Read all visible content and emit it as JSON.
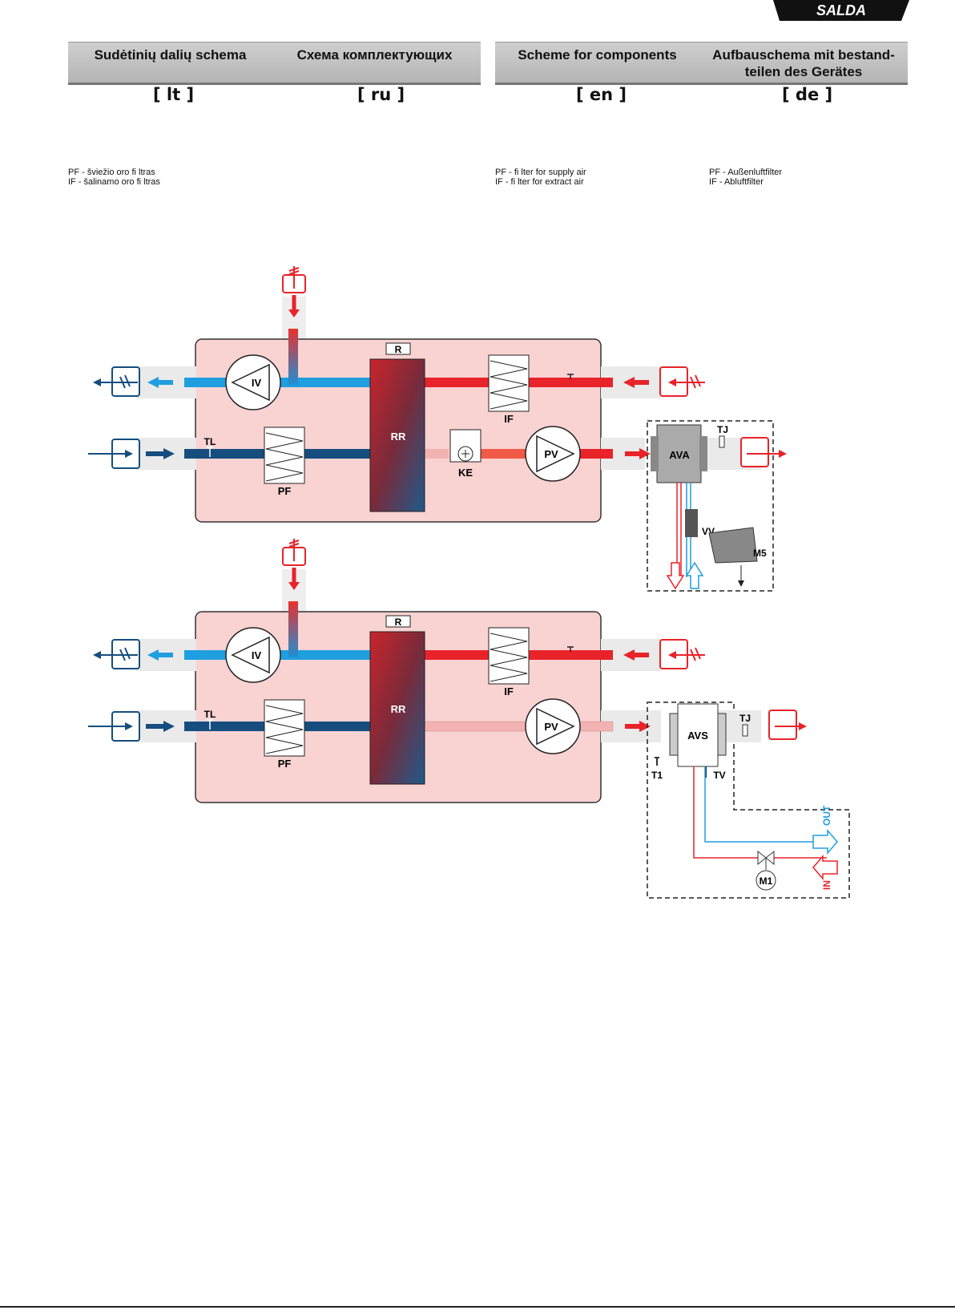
{
  "brand": "SALDA",
  "headers": {
    "lt": "Sudėtinių dalių schema",
    "ru": "Схема комплектующих",
    "en": "Scheme for components",
    "de_line1": "Aufbauschema mit bestand-",
    "de_line2": "teilen des Gerätes"
  },
  "langs": {
    "lt": "[ lt ]",
    "ru": "[ ru ]",
    "en": "[ en ]",
    "de": "[ de ]"
  },
  "legend": {
    "lt": [
      "PF - šviežio oro fi ltras",
      "IF - šalinamo oro fi ltras"
    ],
    "en": [
      "PF - fi lter for supply air",
      "IF - fi lter for extract air"
    ],
    "de": [
      "PF - Außenluftfilter",
      "IF - Abluftfilter"
    ]
  },
  "diagram_labels": {
    "R": "R",
    "RR": "RR",
    "IV": "IV",
    "PV": "PV",
    "IF": "IF",
    "PF": "PF",
    "TL": "TL",
    "KE": "KE",
    "TJ": "TJ",
    "AVA": "AVA",
    "VV": "VV",
    "M5": "M5",
    "AVS": "AVS",
    "T1": "T1",
    "TV": "TV",
    "M1": "M1",
    "IN": "IN",
    "OUT": "OUT"
  }
}
